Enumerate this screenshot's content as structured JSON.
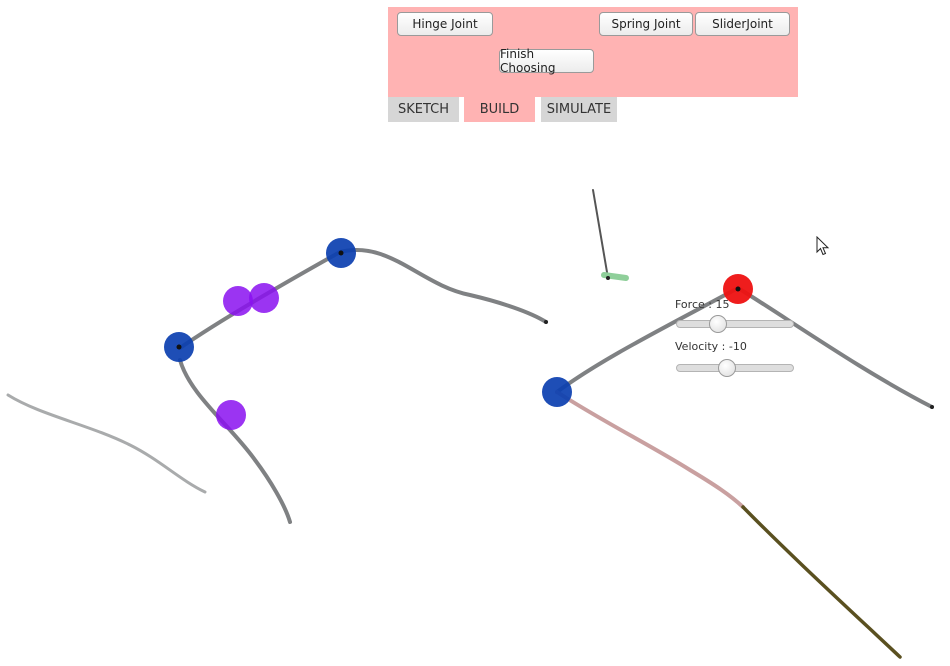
{
  "toolbar": {
    "hinge_joint_label": "Hinge Joint",
    "spring_joint_label": "Spring Joint",
    "slider_joint_label": "SliderJoint",
    "finish_choosing_label": "Finish Choosing"
  },
  "tabs": [
    {
      "label": "SKETCH",
      "active": false
    },
    {
      "label": "BUILD",
      "active": true
    },
    {
      "label": "SIMULATE",
      "active": false
    }
  ],
  "controls": {
    "force": {
      "label": "Force : 15",
      "value": 15,
      "fraction": 0.33
    },
    "velocity": {
      "label": "Velocity : -10",
      "value": -10,
      "fraction": 0.42
    }
  },
  "colors": {
    "toolbar_bg": "#ffb3b3",
    "stroke_gray": "#7f8183",
    "stroke_light_gray": "#a9abac",
    "stroke_pink": "#c9a0a0",
    "stroke_olive": "#5a5020",
    "stroke_green": "#8fcf9a",
    "joint_blue": "#0b3fb0",
    "joint_purple": "#8a10f0",
    "joint_red": "#ee1111"
  },
  "icons": {
    "cursor": "arrow-cursor-icon"
  }
}
